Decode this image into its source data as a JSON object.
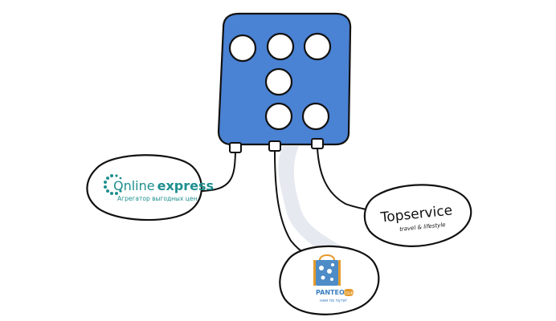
{
  "hub": {
    "name": "hub-dice-block",
    "fill_color": "#4a82d4",
    "stroke_color": "#111111",
    "holes": 6
  },
  "nodes": [
    {
      "id": "online-express",
      "brand_prefix": "Online",
      "brand_bold": "express",
      "tagline": "Агрегатор выгодных цен",
      "brand_color": "#1f8f8f",
      "icon": "dotted-ring-logo-icon"
    },
    {
      "id": "panteon",
      "brand": "PANTEON",
      "badge": "TOUR",
      "tagline": "нам по пути!",
      "brand_color": "#3a7fc1",
      "accent_color": "#e59a2b",
      "icon": "ornate-bag-logo-icon"
    },
    {
      "id": "topservice",
      "brand": "Topservice",
      "tagline": "travel & lifestyle",
      "brand_color": "#111111"
    }
  ]
}
